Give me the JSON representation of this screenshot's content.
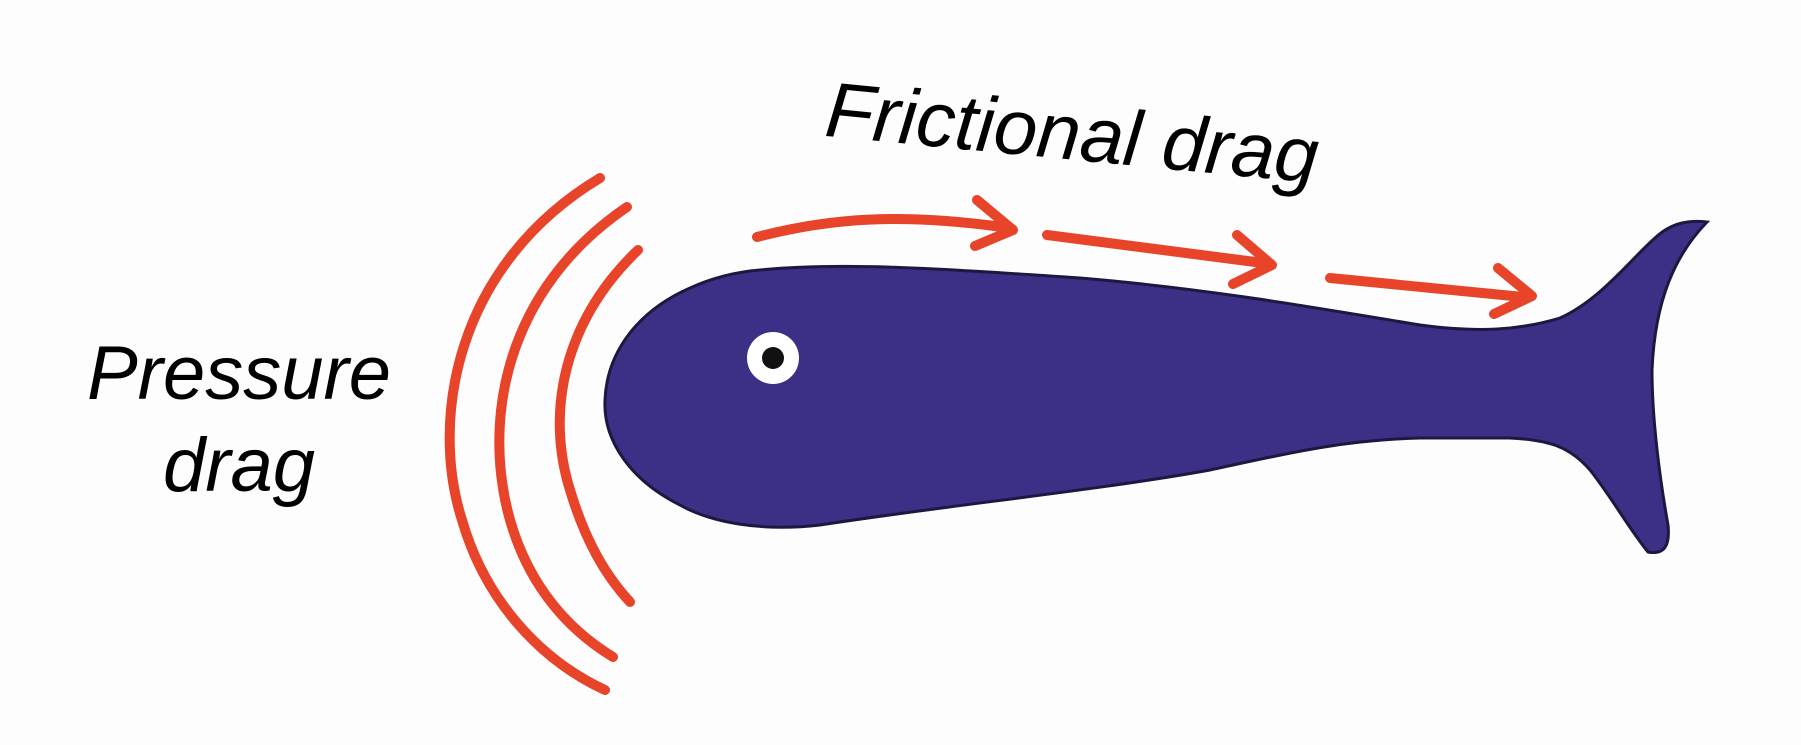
{
  "labels": {
    "frictional_drag": "Frictional drag",
    "pressure_drag_line1": "Pressure",
    "pressure_drag_line2": "drag"
  },
  "colors": {
    "fish_body": "#3b2f86",
    "fish_outline": "#1c1840",
    "arrows": "#e8442a",
    "eye_white": "#ffffff",
    "eye_pupil": "#111111",
    "background": "#fdfdfd"
  },
  "icons": {
    "fish": "fish-icon",
    "eye": "eye-icon",
    "pressure_waves": "arc-icon",
    "friction_arrows": "arrow-right-icon"
  }
}
